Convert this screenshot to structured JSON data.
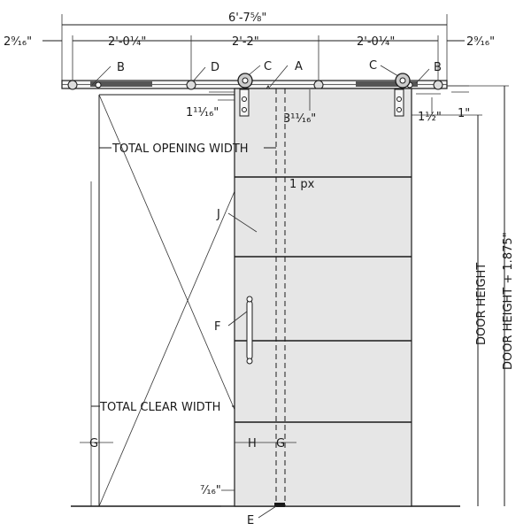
{
  "dimensions": {
    "overall_width": "6'-7⅝\"",
    "left_end": "2⁹⁄₁₆\"",
    "right_end": "2⁹⁄₁₆\"",
    "left_span": "2'-0¼\"",
    "middle_span": "2'-2\"",
    "right_span": "2'-0¼\"",
    "rail_to_door_left": "1¹¹⁄₁₆\"",
    "rail_to_door_center": "3¹¹⁄₁₆\"",
    "roller_offset": "1½\"",
    "rail_height": "1\"",
    "floor_gap": "⁷⁄₁₆\"",
    "px": "1 px"
  },
  "labels": {
    "a": "A",
    "b_left": "B",
    "b_right": "B",
    "c_left": "C",
    "c_right": "C",
    "d": "D",
    "e": "E",
    "f": "F",
    "j": "J",
    "h": "H",
    "g_left": "G",
    "g_right": "G"
  },
  "text": {
    "total_opening_width": "TOTAL OPENING WIDTH",
    "total_clear_width": "TOTAL CLEAR WIDTH",
    "door_height": "DOOR HEIGHT",
    "door_height_plus": "DOOR HEIGHT + 1.875\""
  }
}
